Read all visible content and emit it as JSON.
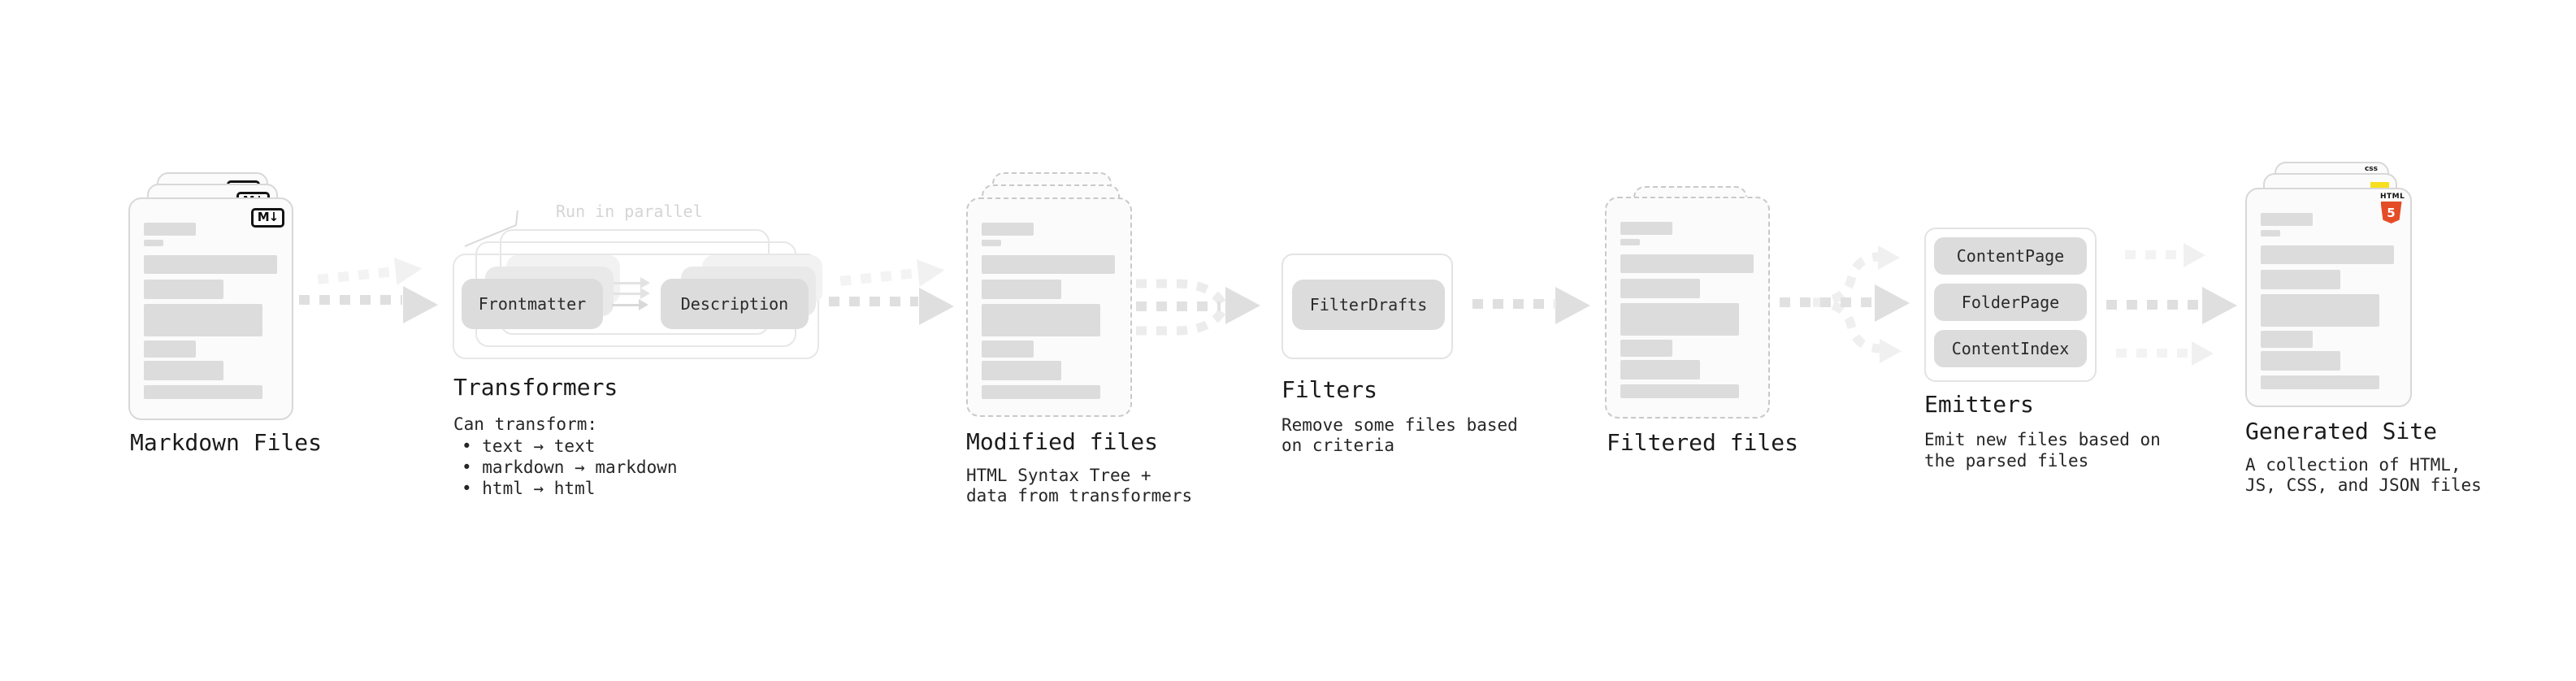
{
  "pipeline": {
    "markdown_files": {
      "label": "Markdown Files"
    },
    "transformers": {
      "label": "Transformers",
      "annotation": "Run in parallel",
      "frontmatter_button": "Frontmatter",
      "description_button": "Description",
      "desc_title": "Can transform:",
      "bullets": {
        "b1": "• text → text",
        "b2": "• markdown → markdown",
        "b3": "• html → html"
      }
    },
    "modified_files": {
      "label": "Modified files",
      "desc_line_1": "HTML Syntax Tree +",
      "desc_line_2": "data from transformers"
    },
    "filters": {
      "label": "Filters",
      "filter_button": "FilterDrafts",
      "desc_line_1": "Remove some files based",
      "desc_line_2": "on criteria"
    },
    "filtered_files": {
      "label": "Filtered files"
    },
    "emitters": {
      "label": "Emitters",
      "button_1": "ContentPage",
      "button_2": "FolderPage",
      "button_3": "ContentIndex",
      "desc_line_1": "Emit new files based on",
      "desc_line_2": "the parsed files"
    },
    "generated_site": {
      "label": "Generated Site",
      "desc_line_1": "A collection of HTML,",
      "desc_line_2": "JS, CSS, and JSON files"
    }
  },
  "badges": {
    "markdown": "M↓",
    "css": "css",
    "html5_word": "HTML",
    "html5_number": "5"
  },
  "colors": {
    "html5_orange": "#e44d26",
    "js_yellow": "#f7df1e",
    "css_blue": "#2862e9"
  }
}
